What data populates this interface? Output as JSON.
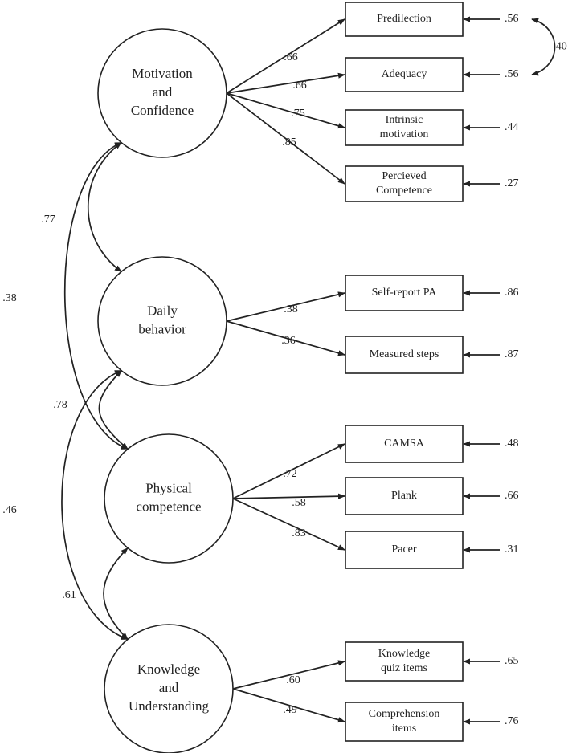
{
  "latent_factors": [
    {
      "id": "mc",
      "label_lines": [
        "Motivation",
        "and",
        "Confidence"
      ]
    },
    {
      "id": "db",
      "label_lines": [
        "Daily",
        "behavior"
      ]
    },
    {
      "id": "pc",
      "label_lines": [
        "Physical",
        "competence"
      ]
    },
    {
      "id": "ku",
      "label_lines": [
        "Knowledge",
        "and",
        "Understanding"
      ]
    }
  ],
  "indicators": [
    {
      "id": "pred",
      "factor": "mc",
      "label_lines": [
        "Predilection"
      ],
      "loading": ".66",
      "error": ".56"
    },
    {
      "id": "adeq",
      "factor": "mc",
      "label_lines": [
        "Adequacy"
      ],
      "loading": ".66",
      "error": ".56"
    },
    {
      "id": "intr",
      "factor": "mc",
      "label_lines": [
        "Intrinsic",
        "motivation"
      ],
      "loading": ".75",
      "error": ".44"
    },
    {
      "id": "perc",
      "factor": "mc",
      "label_lines": [
        "Percieved",
        "Competence"
      ],
      "loading": ".85",
      "error": ".27"
    },
    {
      "id": "srpa",
      "factor": "db",
      "label_lines": [
        "Self-report PA"
      ],
      "loading": ".38",
      "error": ".86"
    },
    {
      "id": "steps",
      "factor": "db",
      "label_lines": [
        "Measured steps"
      ],
      "loading": ".36",
      "error": ".87"
    },
    {
      "id": "camsa",
      "factor": "pc",
      "label_lines": [
        "CAMSA"
      ],
      "loading": ".72",
      "error": ".48"
    },
    {
      "id": "plank",
      "factor": "pc",
      "label_lines": [
        "Plank"
      ],
      "loading": ".58",
      "error": ".66"
    },
    {
      "id": "pacer",
      "factor": "pc",
      "label_lines": [
        "Pacer"
      ],
      "loading": ".83",
      "error": ".31"
    },
    {
      "id": "quiz",
      "factor": "ku",
      "label_lines": [
        "Knowledge",
        "quiz items"
      ],
      "loading": ".60",
      "error": ".65"
    },
    {
      "id": "comp",
      "factor": "ku",
      "label_lines": [
        "Comprehension",
        "items"
      ],
      "loading": ".49",
      "error": ".76"
    }
  ],
  "factor_correlations": [
    {
      "from": "mc",
      "to": "db",
      "value": ".77"
    },
    {
      "from": "db",
      "to": "pc",
      "value": ".78"
    },
    {
      "from": "pc",
      "to": "ku",
      "value": ".61"
    },
    {
      "from": "mc",
      "to": "pc",
      "value": ".38"
    },
    {
      "from": "db",
      "to": "ku",
      "value": ".46"
    }
  ],
  "error_covariances": [
    {
      "from": "pred",
      "to": "adeq",
      "value": ".40"
    }
  ]
}
